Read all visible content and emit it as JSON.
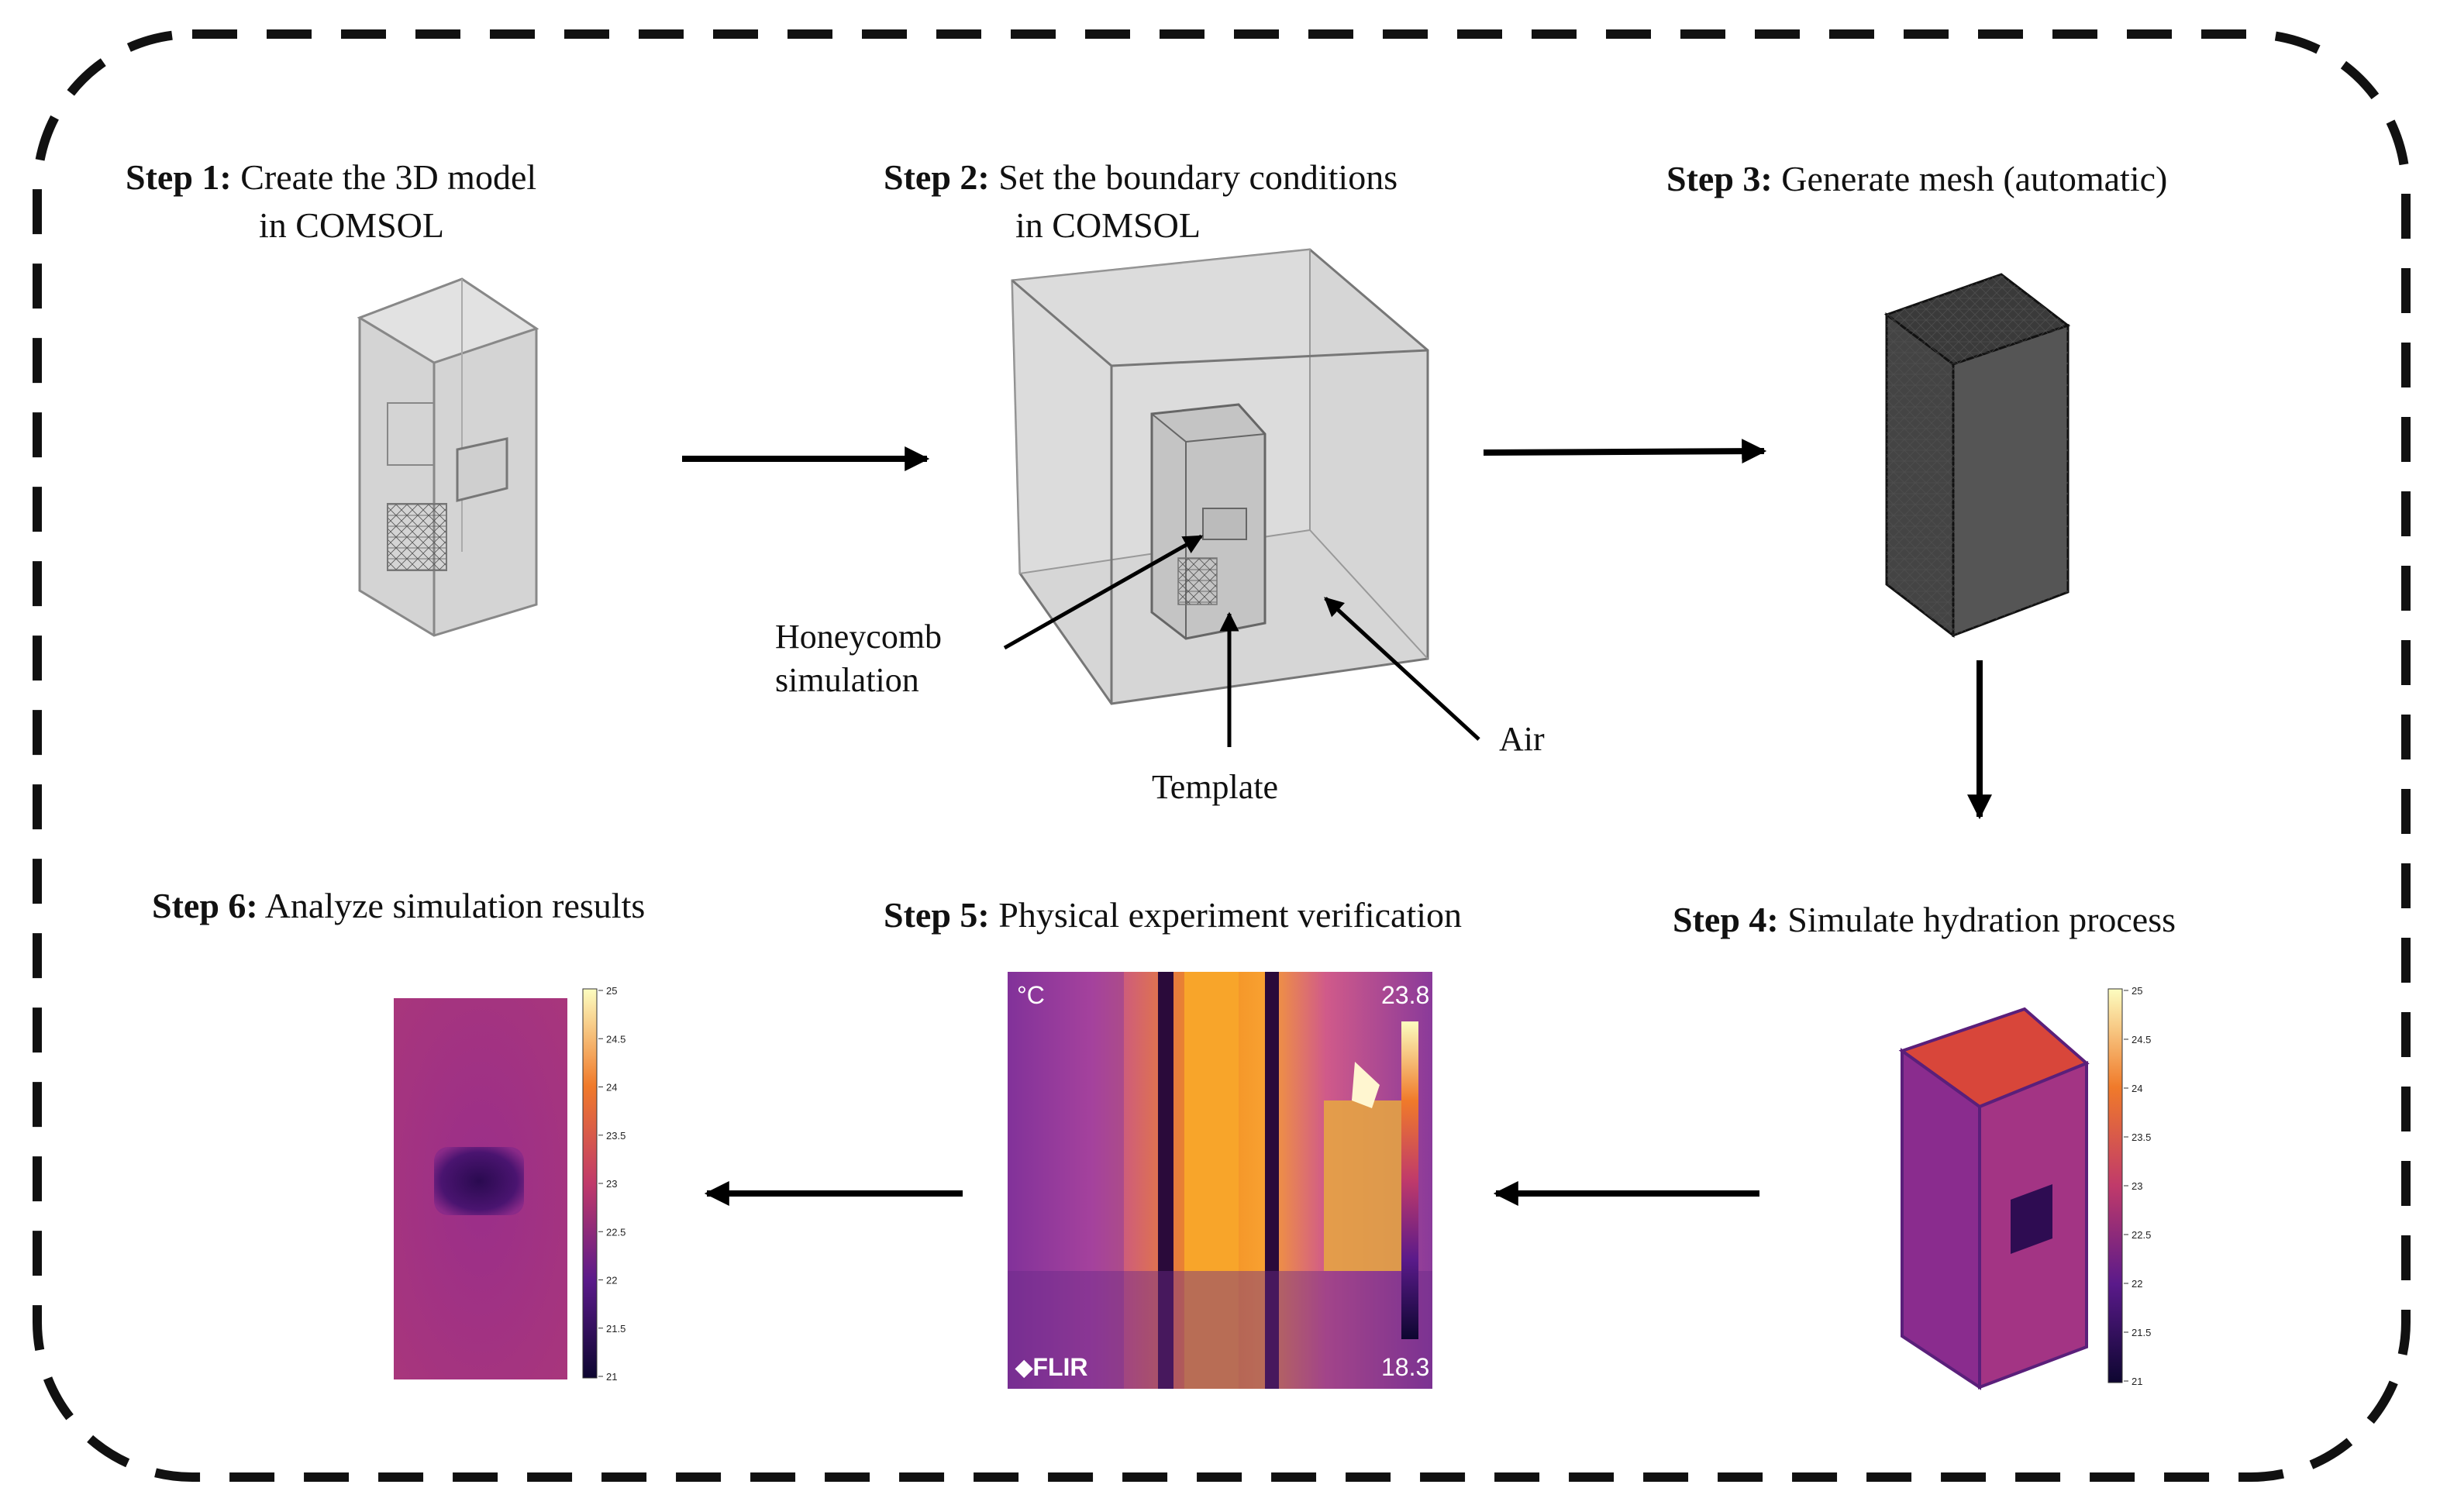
{
  "steps": [
    {
      "prefix": "Step 1:",
      "text": "Create the 3D model",
      "line2": "in COMSOL"
    },
    {
      "prefix": "Step 2:",
      "text": "Set the boundary conditions",
      "line2": "in COMSOL"
    },
    {
      "prefix": "Step 3:",
      "text": "Generate mesh (automatic)"
    },
    {
      "prefix": "Step 4:",
      "text": "Simulate hydration process"
    },
    {
      "prefix": "Step 5:",
      "text": "Physical experiment verification"
    },
    {
      "prefix": "Step 6:",
      "text": "Analyze simulation results"
    }
  ],
  "callouts": {
    "honeycomb_line1": "Honeycomb",
    "honeycomb_line2": "simulation",
    "template": "Template",
    "air": "Air"
  },
  "thermal": {
    "unit": "°C",
    "max": "23.8",
    "min": "18.3",
    "brand": "FLIR"
  },
  "colorbar_ticks": [
    "25",
    "24.5",
    "24",
    "23.5",
    "23",
    "22.5",
    "22",
    "21.5",
    "21"
  ],
  "colors": {
    "frame": "#111111",
    "model_gray": "#c8c8c8",
    "mesh": "#2a2a2a",
    "heat_purple": "#a0308a",
    "heat_dark": "#2a0a4a",
    "heat_orange": "#f59a1e"
  }
}
